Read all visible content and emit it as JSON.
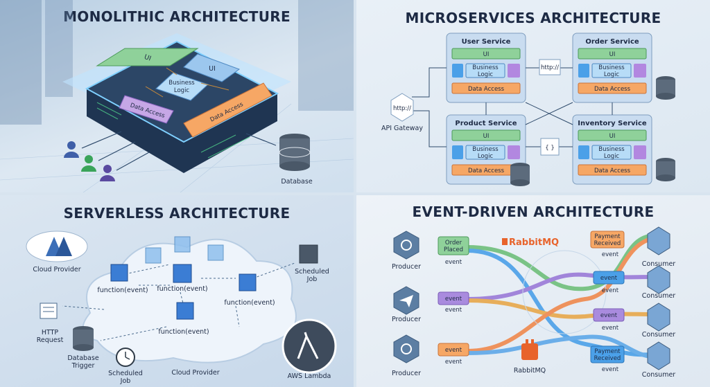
{
  "monolithic": {
    "title": "MONOLITHIC ARCHITECTURE",
    "layers": {
      "ui_left": "UI",
      "ui_right": "UI",
      "business_logic_line1": "Business",
      "business_logic_line2": "Logic",
      "data_access_left": "Data Access",
      "data_access_right": "Data Access"
    },
    "database_label": "Database"
  },
  "microservices": {
    "title": "MICROSERVICES ARCHITECTURE",
    "services": [
      {
        "name": "User Service",
        "ui": "UI",
        "logic_line1": "Business",
        "logic_line2": "Logic",
        "data": "Data Access"
      },
      {
        "name": "Order Service",
        "ui": "UI",
        "logic_line1": "Business",
        "logic_line2": "Logic",
        "data": "Data Access"
      },
      {
        "name": "Product Service",
        "ui": "UI",
        "logic_line1": "Business",
        "logic_line2": "Logic",
        "data": "Data Access"
      },
      {
        "name": "Inventory Service",
        "ui": "UI",
        "logic_line1": "Business",
        "logic_line2": "Logic",
        "data": "Data Access"
      }
    ],
    "http_doc": "http://",
    "json_doc": "{ }",
    "gateway_badge": "http://",
    "gateway_label": "API Gateway"
  },
  "serverless": {
    "title": "SERVERLESS ARCHITECTURE",
    "cloud_provider_top": "Cloud Provider",
    "cloud_provider_bottom": "Cloud Provider",
    "functions": [
      "function(event)",
      "function(event)",
      "function(event)",
      "function(event)"
    ],
    "scheduled_job_right_line1": "Scheduled",
    "scheduled_job_right_line2": "Job",
    "http_request_line1": "HTTP",
    "http_request_line2": "Request",
    "database_trigger_line1": "Database",
    "database_trigger_line2": "Trigger",
    "scheduled_job_bottom_line1": "Scheduled",
    "scheduled_job_bottom_line2": "Job",
    "aws_lambda": "AWS Lambda"
  },
  "event_driven": {
    "title": "EVENT-DRIVEN ARCHITECTURE",
    "broker_top": "RabbitMQ",
    "broker_bottom": "RabbitMQ",
    "producers": [
      {
        "label": "Producer",
        "msg_line1": "Order",
        "msg_line2": "Placed",
        "sub": "event"
      },
      {
        "label": "Producer",
        "msg_line1": "event",
        "msg_line2": "",
        "sub": "event"
      },
      {
        "label": "Producer",
        "msg_line1": "event",
        "msg_line2": "",
        "sub": "event"
      }
    ],
    "consumers": [
      {
        "label": "Consumer",
        "msg_line1": "Payment",
        "msg_line2": "Received",
        "sub": "event"
      },
      {
        "label": "Consumer",
        "msg_line1": "event",
        "msg_line2": "",
        "sub": "event"
      },
      {
        "label": "Consumer",
        "msg_line1": "event",
        "msg_line2": "",
        "sub": "event"
      },
      {
        "label": "Consumer",
        "msg_line1": "Payment",
        "msg_line2": "Received",
        "sub": "event"
      }
    ]
  }
}
